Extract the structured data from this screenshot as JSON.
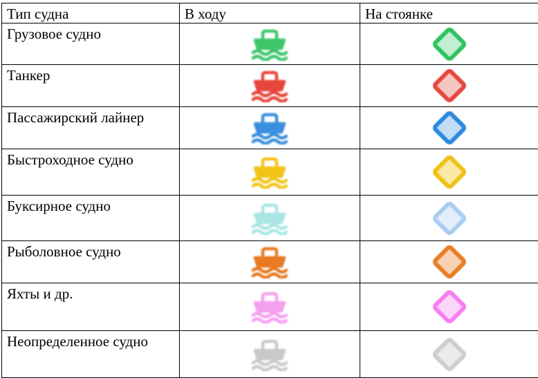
{
  "header": {
    "col_type": "Тип судна",
    "col_moving": "В ходу",
    "col_anchored": "На стоянке"
  },
  "rows": [
    {
      "name": "Грузовое судно",
      "ship_color": "#3ec76a",
      "diamond_stroke": "#2ec25f",
      "diamond_fill": "#c2eed2",
      "height": 60
    },
    {
      "name": "Танкер",
      "ship_color": "#e8463d",
      "diamond_stroke": "#e5463d",
      "diamond_fill": "#f6c6c2",
      "height": 61
    },
    {
      "name": "Пассажирский лайнер",
      "ship_color": "#3a8fde",
      "diamond_stroke": "#2c88dc",
      "diamond_fill": "#c3ddf6",
      "height": 61
    },
    {
      "name": "Быстроходное судно",
      "ship_color": "#f2c417",
      "diamond_stroke": "#f0c113",
      "diamond_fill": "#fbe9a8",
      "height": 67
    },
    {
      "name": "Буксирное судно",
      "ship_color": "#a9e6e3",
      "diamond_stroke": "#a8cdf2",
      "diamond_fill": "#e3eefb",
      "height": 66
    },
    {
      "name": "Рыболовное судно",
      "ship_color": "#e77a22",
      "diamond_stroke": "#e77e22",
      "diamond_fill": "#f7d2b4",
      "height": 61
    },
    {
      "name": "Яхты и др.",
      "ship_color": "#f4a0ef",
      "diamond_stroke": "#f57ef0",
      "diamond_fill": "#fcd7fa",
      "height": 69
    },
    {
      "name": "Неопределенное судно",
      "ship_color": "#c9c9c9",
      "diamond_stroke": "#cdcdcd",
      "diamond_fill": "#ebebeb",
      "height": 68
    }
  ]
}
